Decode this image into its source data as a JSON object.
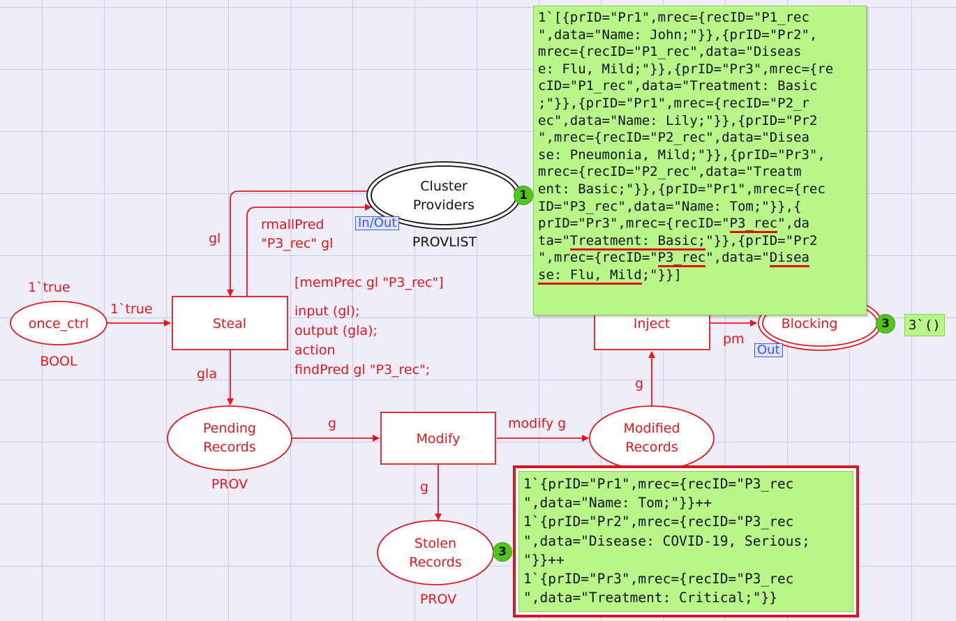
{
  "places": {
    "once_ctrl": {
      "label": "once_ctrl",
      "type": "BOOL"
    },
    "cluster_providers": {
      "label_line1": "Cluster",
      "label_line2": "Providers",
      "type": "PROVLIST",
      "port": "In/Out",
      "token_count": "1"
    },
    "blocking": {
      "label": "Blocking",
      "port": "Out",
      "token_count": "3",
      "marking": "3`()"
    },
    "pending_records": {
      "label_line1": "Pending",
      "label_line2": "Records",
      "type": "PROV"
    },
    "modified_records": {
      "label_line1": "Modified",
      "label_line2": "Records"
    },
    "stolen_records": {
      "label_line1": "Stolen",
      "label_line2": "Records",
      "type": "PROV",
      "token_count": "3"
    }
  },
  "transitions": {
    "steal": {
      "label": "Steal",
      "guard": "[memPrec gl \"P3_rec\"]",
      "code": [
        "input (gl);",
        "output (gla);",
        "action",
        "findPred gl \"P3_rec\";"
      ]
    },
    "inject": {
      "label": "Inject"
    },
    "modify": {
      "label": "Modify"
    }
  },
  "arcs": {
    "once_to_steal": "1`true",
    "once_init": "1`true",
    "cluster_to_steal": "gl",
    "steal_to_cluster_line1": "rmallPred",
    "steal_to_cluster_line2": "\"P3_rec\" gl",
    "steal_to_pending": "gla",
    "pending_to_modify": "g",
    "modify_to_modified": "modify g",
    "modify_to_stolen": "g",
    "modified_to_inject": "g",
    "inject_to_blocking": "pm"
  },
  "cluster_marking_lines": [
    [
      "1`[{prID=\"Pr1\",mrec={recID=\"P1_rec"
    ],
    [
      "\",data=\"Name: John;\"}},{prID=\"Pr2\","
    ],
    [
      "mrec={recID=\"P1_rec\",data=\"Diseas"
    ],
    [
      "e: Flu, Mild;\"}},{prID=\"Pr3\",mrec={re"
    ],
    [
      "cID=\"P1_rec\",data=\"Treatment: Basic"
    ],
    [
      ";\"}},{prID=\"Pr1\",mrec={recID=\"P2_r"
    ],
    [
      "ec\",data=\"Name: Lily;\"}},{prID=\"Pr2"
    ],
    [
      "\",mrec={recID=\"P2_rec\",data=\"Disea"
    ],
    [
      "se: Pneumonia, Mild;\"}},{prID=\"Pr3\","
    ],
    [
      "mrec={recID=\"P2_rec\",data=\"Treatm"
    ],
    [
      "ent: Basic;\"}},{prID=\"Pr1\",mrec={rec"
    ],
    [
      "ID=\"P3_rec\",data=\"Name: Tom;\"}},{"
    ],
    [
      "prID=\"Pr3\",mrec={recID=\"",
      "P3_rec",
      "\",da"
    ],
    [
      "ta=\"",
      "Treatment: Basic;",
      "\"}},{prID=\"Pr2"
    ],
    [
      "\",mrec={recID=\"",
      "P3_rec",
      "\",data=\"",
      "Disea"
    ],
    [
      "se: Flu, Mild",
      ";\"}}]"
    ]
  ],
  "stolen_marking_lines": [
    "1`{prID=\"Pr1\",mrec={recID=\"P3_rec",
    "\",data=\"Name: Tom;\"}}++",
    "1`{prID=\"Pr2\",mrec={recID=\"P3_rec",
    "\",data=\"Disease: COVID-19, Serious;",
    "\"}}++",
    "1`{prID=\"Pr3\",mrec={recID=\"P3_rec",
    "\",data=\"Treatment: Critical;\"}}"
  ],
  "colors": {
    "net": "#e8161b",
    "token": "#52c41a",
    "marking_bg": "#b8f68a",
    "highlight_border": "#d8181e",
    "port_tag": "#3a5bd9"
  }
}
